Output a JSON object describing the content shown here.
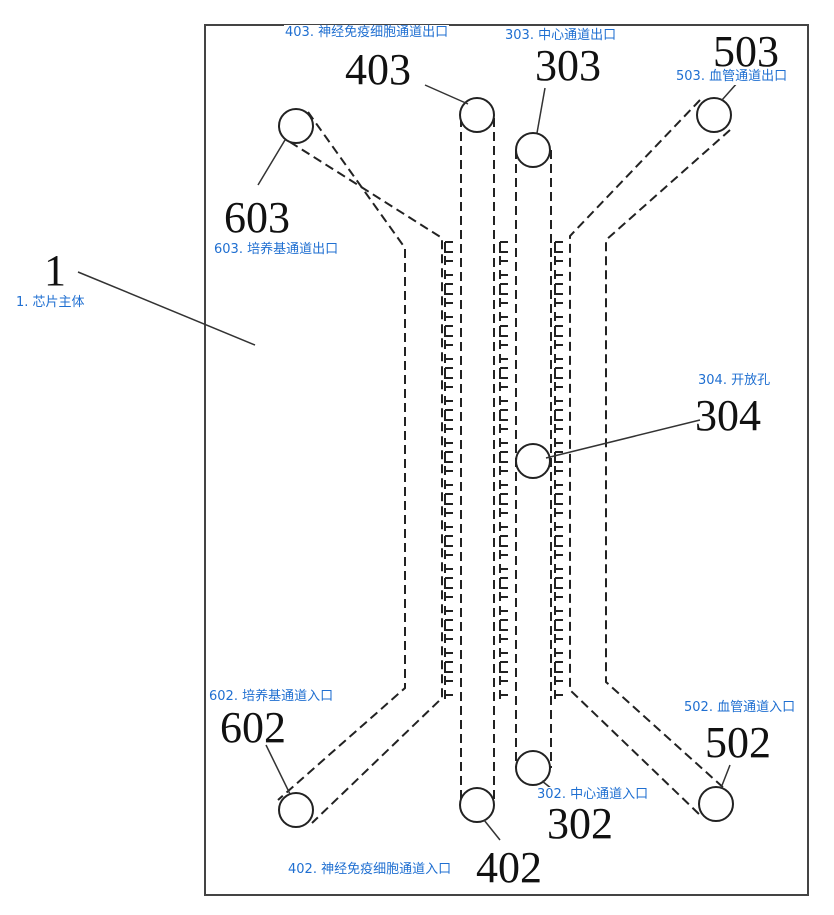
{
  "numbers": {
    "n1": "1",
    "n603": "603",
    "n403": "403",
    "n303": "303",
    "n503": "503",
    "n304": "304",
    "n602": "602",
    "n402": "402",
    "n302": "302",
    "n502": "502"
  },
  "labels": {
    "l403": "403. 神经免疫细胞通道出口",
    "l303": "303. 中心通道出口",
    "l503": "503. 血管通道出口",
    "l603": "603. 培养基通道出口",
    "l1": "1. 芯片主体",
    "l304": "304. 开放孔",
    "l602": "602. 培养基通道入口",
    "l502": "502. 血管通道入口",
    "l302": "302. 中心通道入口",
    "l402": "402. 神经免疫细胞通道入口"
  },
  "colors": {
    "line": "#222222",
    "label": "#1f6fd1"
  }
}
